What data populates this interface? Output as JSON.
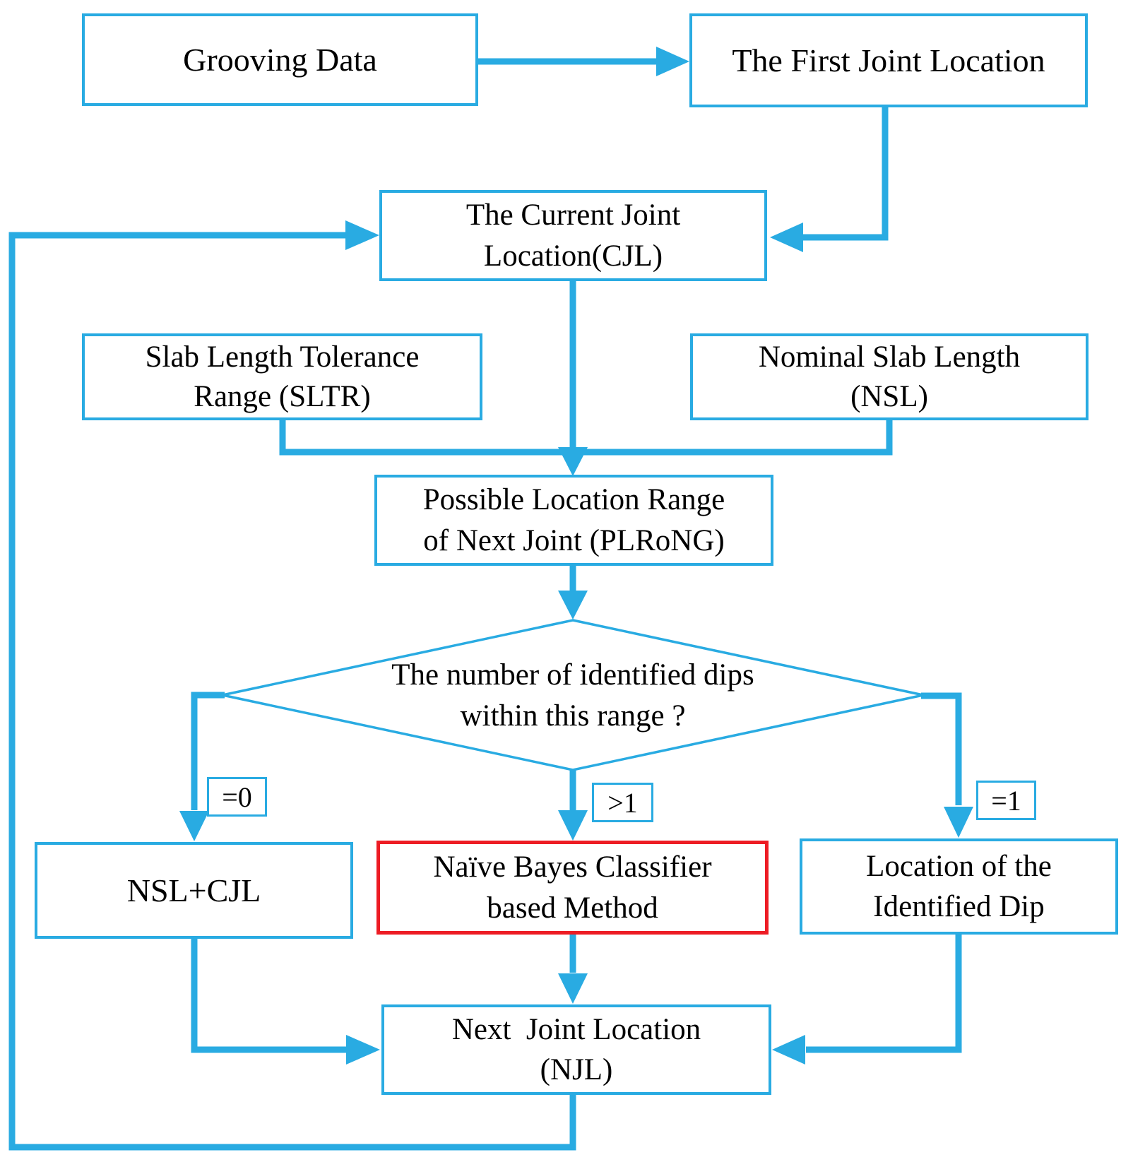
{
  "colors": {
    "line": "#29ABE2",
    "alert_border": "#ED1C24",
    "text": "#000000"
  },
  "nodes": {
    "grooving": {
      "line1": "Grooving Data"
    },
    "first_joint": {
      "line1": "The First Joint Location"
    },
    "cjl": {
      "line1": "The Current Joint",
      "line2": "Location(CJL)"
    },
    "sltr": {
      "line1": "Slab Length Tolerance",
      "line2": "Range (SLTR)"
    },
    "nsl": {
      "line1": "Nominal Slab Length",
      "line2": "(NSL)"
    },
    "plrong": {
      "line1": "Possible Location Range",
      "line2": "of Next Joint (PLRoNG)"
    },
    "decision": {
      "line1": "The number of identified dips",
      "line2": "within this range ?"
    },
    "nsl_cjl": {
      "line1": "NSL+CJL"
    },
    "naive_bayes": {
      "line1": "Naïve Bayes Classifier",
      "line2": "based Method"
    },
    "identified_dip": {
      "line1": "Location of the",
      "line2": "Identified Dip"
    },
    "njl": {
      "line1": "Next  Joint Location",
      "line2": "(NJL)"
    }
  },
  "edge_labels": {
    "zero": "=0",
    "more_than_one": ">1",
    "one": "=1"
  }
}
